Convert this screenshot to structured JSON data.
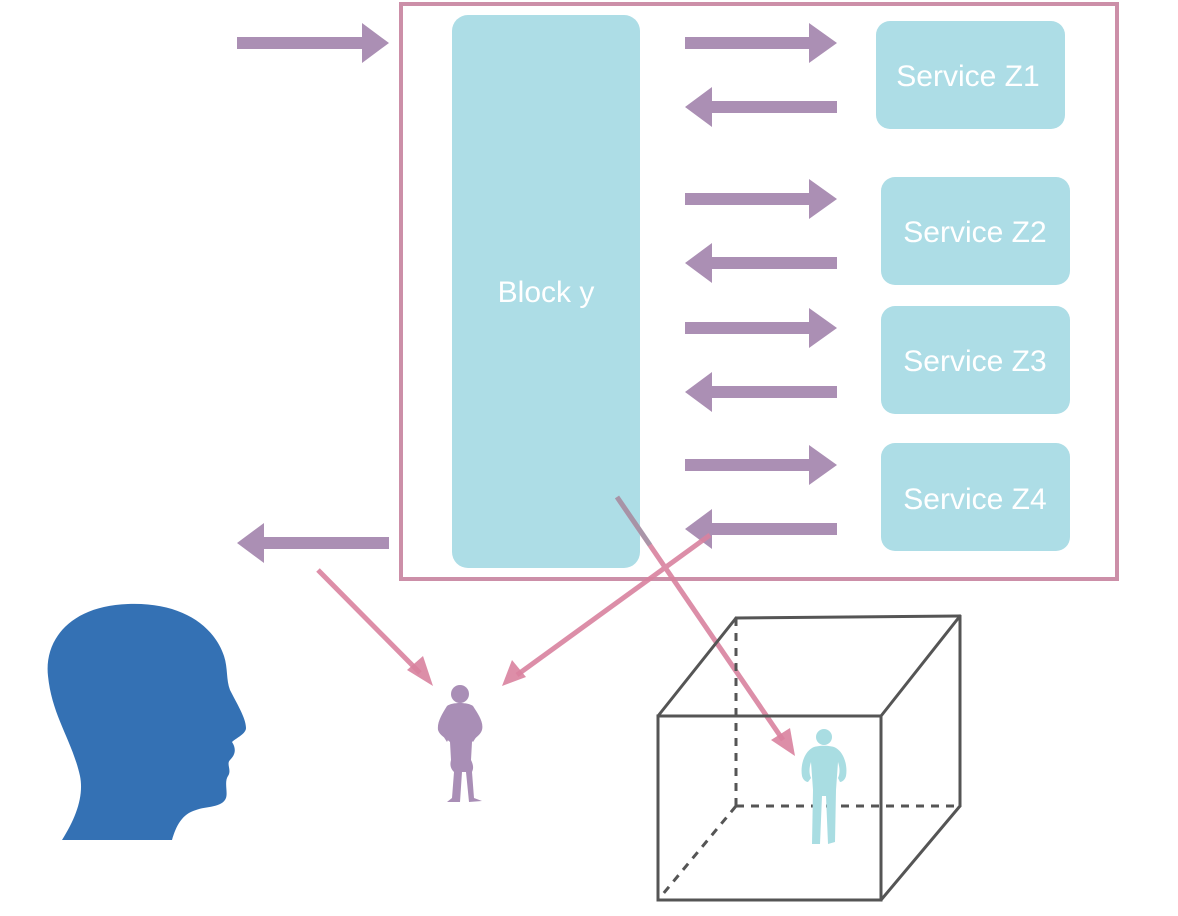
{
  "diagram": {
    "block": {
      "label": "Block y"
    },
    "services": [
      {
        "label": "Service Z1"
      },
      {
        "label": "Service Z2"
      },
      {
        "label": "Service Z3"
      },
      {
        "label": "Service Z4"
      }
    ]
  },
  "colors": {
    "container_border": "#cc8fa8",
    "box_fill": "#addde6",
    "box_text": "#ffffff",
    "arrow_purple": "#ab8fb4",
    "arrow_pink": "#d9829f",
    "head_blue": "#3471b4",
    "person_purple": "#a98eb6",
    "person_cyan": "#a9dde2",
    "cube_line": "#555555"
  },
  "icons": {
    "head": "human-head-silhouette-icon",
    "person_female": "female-person-icon",
    "person_male": "male-person-icon",
    "cube": "wireframe-cube-icon"
  }
}
